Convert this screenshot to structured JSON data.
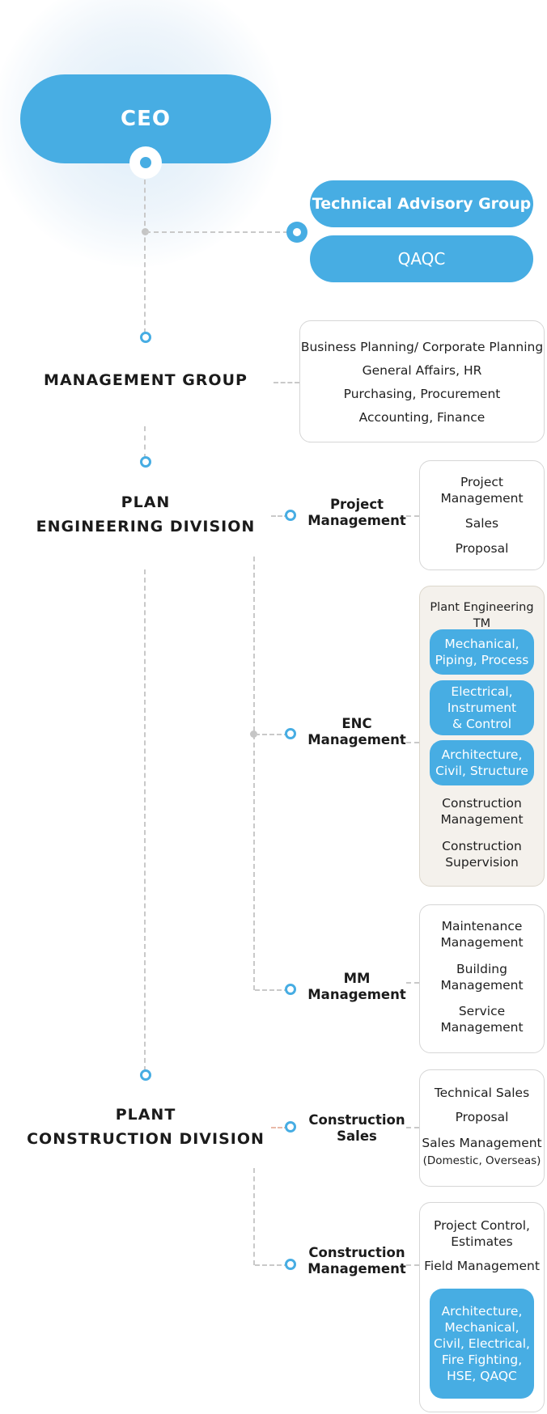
{
  "ceo": {
    "label": "CEO"
  },
  "advisory": {
    "technical_advisory_group": "Technical Advisory Group",
    "qaqc": "QAQC"
  },
  "management_group": {
    "title": "MANAGEMENT GROUP",
    "items": [
      "Business Planning/ Corporate Planning",
      "General Affairs, HR",
      "Purchasing, Procurement",
      "Accounting, Finance"
    ]
  },
  "plan_engineering": {
    "title_line1": "PLAN",
    "title_line2": "ENGINEERING DIVISION",
    "project_management": {
      "title_line1": "Project",
      "title_line2": "Management",
      "items": [
        "Project\nManagement",
        "Sales",
        "Proposal"
      ]
    },
    "enc_management": {
      "title_line1": "ENC",
      "title_line2": "Management",
      "heading": "Plant Engineering TM",
      "chips": [
        "Mechanical,\nPiping, Process",
        "Electrical,\nInstrument\n& Control",
        "Architecture,\nCivil, Structure"
      ],
      "items": [
        "Construction\nManagement",
        "Construction\nSupervision"
      ]
    },
    "mm_management": {
      "title_line1": "MM",
      "title_line2": "Management",
      "items": [
        "Maintenance\nManagement",
        "Building\nManagement",
        "Service\nManagement"
      ]
    }
  },
  "plant_construction": {
    "title_line1": "PLANT",
    "title_line2": "CONSTRUCTION DIVISION",
    "construction_sales": {
      "title_line1": "Construction",
      "title_line2": "Sales",
      "items": [
        "Technical Sales",
        "Proposal",
        "Sales Management",
        "(Domestic, Overseas)"
      ]
    },
    "construction_management": {
      "title_line1": "Construction",
      "title_line2": "Management",
      "items": [
        "Project Control,\nEstimates",
        "Field Management"
      ],
      "chip": "Architecture,\nMechanical,\nCivil, Electrical,\nFire Fighting,\nHSE, QAQC"
    }
  },
  "colors": {
    "accent": "#47ade3",
    "line": "#c9c9c9",
    "enc_bg": "#f4f1ec"
  }
}
